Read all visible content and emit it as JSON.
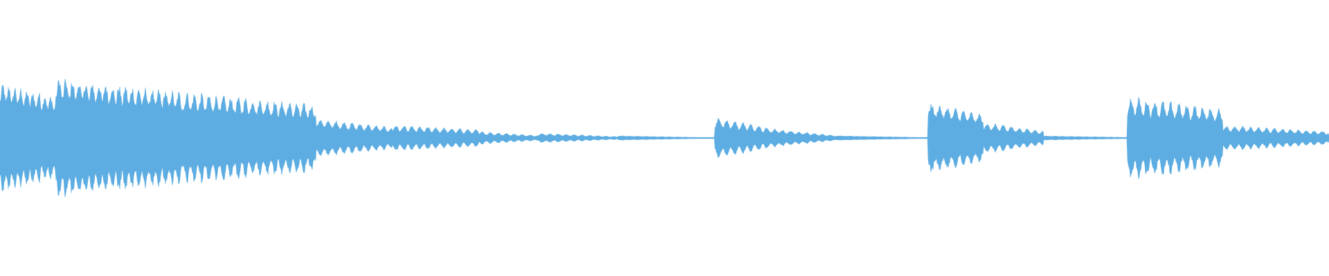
{
  "waveform": {
    "color": "#5dade2",
    "segments": [
      {
        "start": 0.0,
        "end": 0.042,
        "amp": 0.77,
        "decay": 0.25,
        "osc": 0.3,
        "period": 0.0045
      },
      {
        "start": 0.042,
        "end": 0.138,
        "amp": 0.85,
        "decay": 0.25,
        "osc": 0.32,
        "period": 0.005
      },
      {
        "start": 0.138,
        "end": 0.238,
        "amp": 0.64,
        "decay": 0.28,
        "osc": 0.35,
        "period": 0.0055
      },
      {
        "start": 0.238,
        "end": 0.295,
        "amp": 0.27,
        "decay": 0.45,
        "osc": 0.4,
        "period": 0.006
      },
      {
        "start": 0.295,
        "end": 0.36,
        "amp": 0.18,
        "decay": 0.35,
        "osc": 0.45,
        "period": 0.006
      },
      {
        "start": 0.36,
        "end": 0.405,
        "amp": 0.09,
        "decay": 0.6,
        "osc": 0.45,
        "period": 0.006
      },
      {
        "start": 0.405,
        "end": 0.465,
        "amp": 0.07,
        "decay": 0.7,
        "osc": 0.45,
        "period": 0.006
      },
      {
        "start": 0.465,
        "end": 0.538,
        "amp": 0.03,
        "decay": 0.85,
        "osc": 0.2,
        "period": 0.006
      },
      {
        "start": 0.538,
        "end": 0.58,
        "amp": 0.3,
        "decay": 0.55,
        "osc": 0.45,
        "period": 0.006
      },
      {
        "start": 0.58,
        "end": 0.63,
        "amp": 0.13,
        "decay": 0.75,
        "osc": 0.4,
        "period": 0.006
      },
      {
        "start": 0.63,
        "end": 0.698,
        "amp": 0.03,
        "decay": 0.8,
        "osc": 0.1,
        "period": 0.006
      },
      {
        "start": 0.698,
        "end": 0.74,
        "amp": 0.5,
        "decay": 0.35,
        "osc": 0.35,
        "period": 0.006
      },
      {
        "start": 0.74,
        "end": 0.785,
        "amp": 0.22,
        "decay": 0.55,
        "osc": 0.45,
        "period": 0.006
      },
      {
        "start": 0.785,
        "end": 0.848,
        "amp": 0.03,
        "decay": 0.7,
        "osc": 0.2,
        "period": 0.006
      },
      {
        "start": 0.848,
        "end": 0.92,
        "amp": 0.58,
        "decay": 0.3,
        "osc": 0.4,
        "period": 0.006
      },
      {
        "start": 0.92,
        "end": 1.0,
        "amp": 0.18,
        "decay": 0.5,
        "osc": 0.45,
        "period": 0.006
      }
    ]
  }
}
